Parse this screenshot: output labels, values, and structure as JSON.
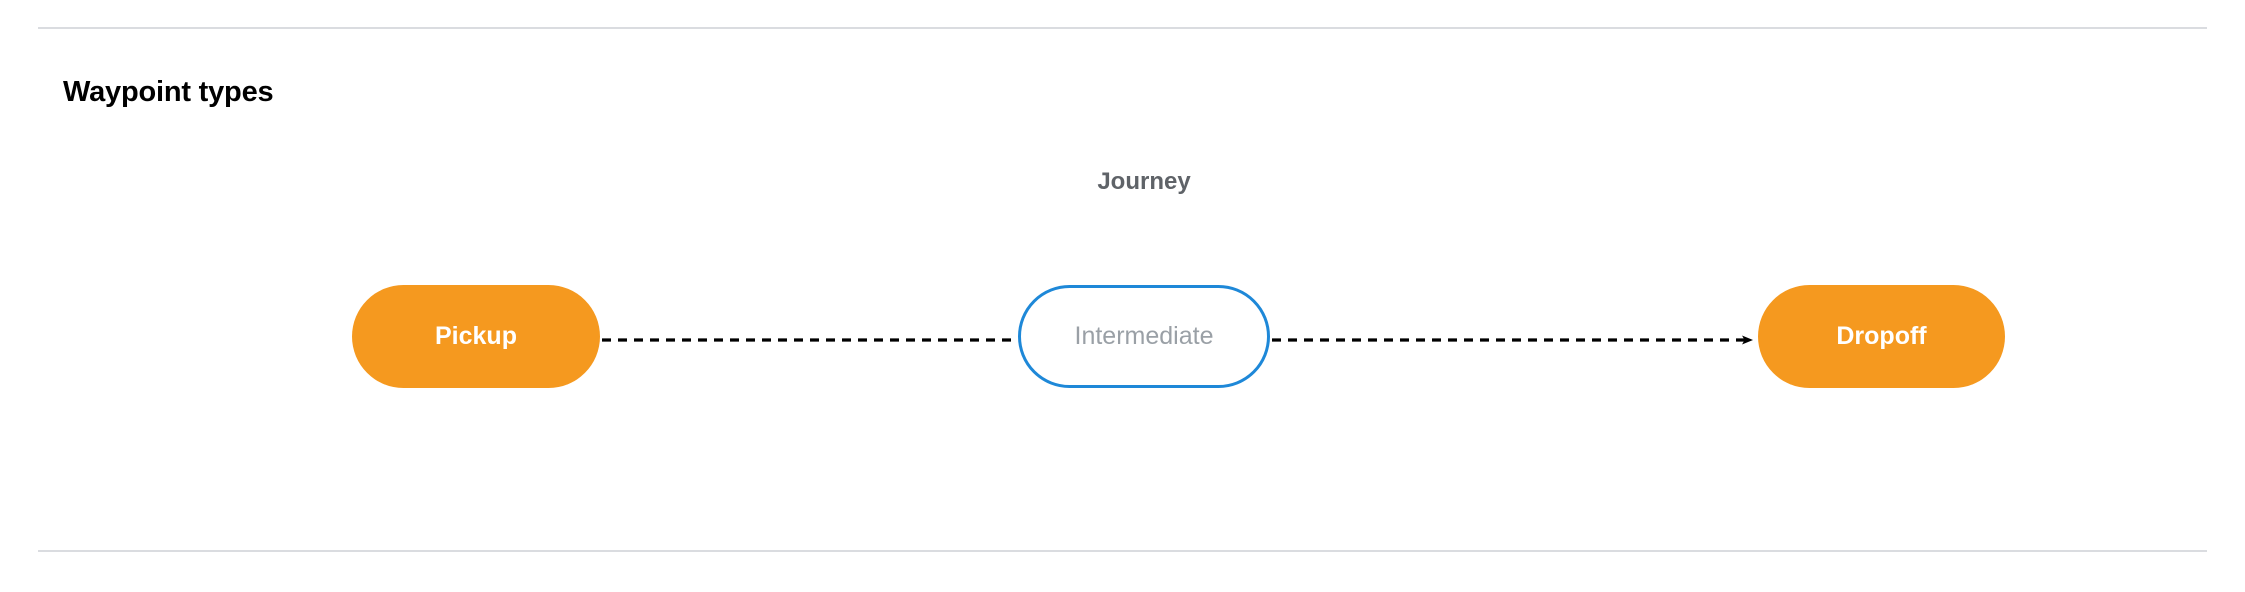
{
  "section": {
    "title": "Waypoint types"
  },
  "diagram": {
    "group_label": "Journey",
    "nodes": [
      {
        "id": "pickup",
        "label": "Pickup",
        "kind": "terminal",
        "fill": "#f5991f",
        "text_color": "#ffffff"
      },
      {
        "id": "intermediate",
        "label": "Intermediate",
        "kind": "waypoint",
        "fill": "#ffffff",
        "stroke": "#1e88d8",
        "text_color": "#9aa0a6"
      },
      {
        "id": "dropoff",
        "label": "Dropoff",
        "kind": "terminal",
        "fill": "#f5991f",
        "text_color": "#ffffff"
      }
    ],
    "edges": [
      {
        "from": "pickup",
        "to": "intermediate",
        "style": "dashed",
        "arrow": false,
        "color": "#000000"
      },
      {
        "from": "intermediate",
        "to": "dropoff",
        "style": "dashed",
        "arrow": true,
        "color": "#000000"
      }
    ]
  },
  "colors": {
    "divider": "#dadce0",
    "terminal_orange": "#f5991f",
    "waypoint_blue": "#1e88d8",
    "muted_text": "#9aa0a6",
    "label_gray": "#5f6368",
    "background": "#ffffff"
  }
}
